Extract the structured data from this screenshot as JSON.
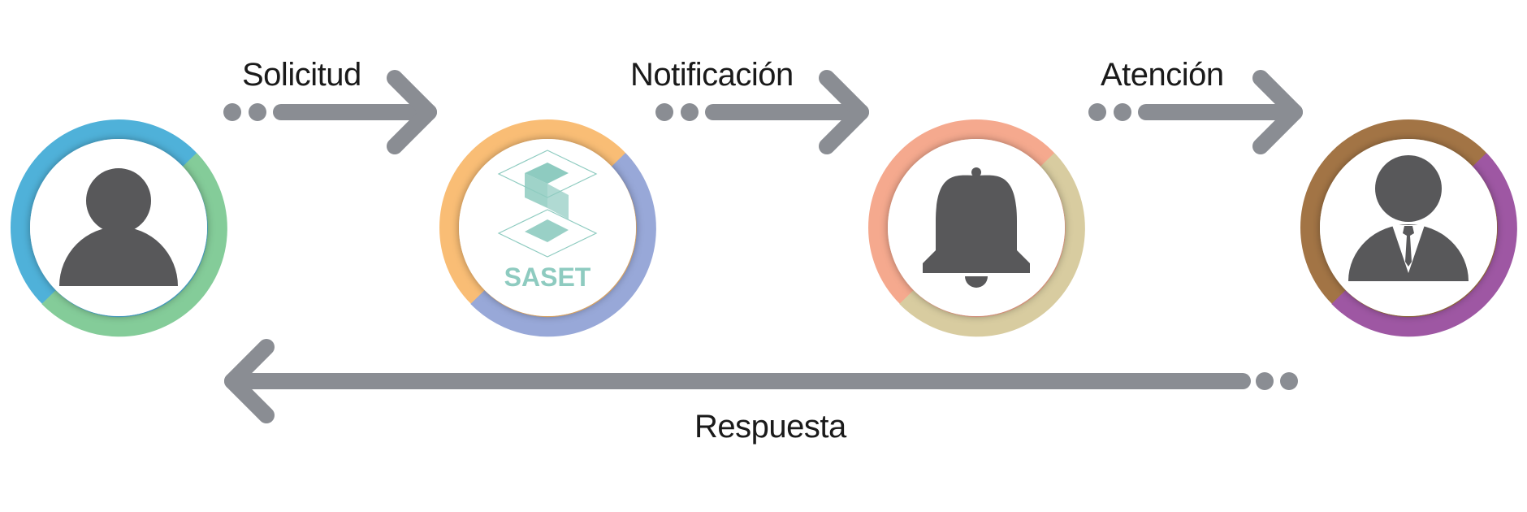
{
  "steps": [
    {
      "id": "usuario",
      "icon": "user-icon",
      "ring": [
        "#4fb1d9",
        "#84cc99"
      ]
    },
    {
      "id": "saset",
      "icon": "saset-logo-icon",
      "logo_text": "SASET",
      "ring": [
        "#f9bd75",
        "#98a8d8"
      ]
    },
    {
      "id": "notificacion",
      "icon": "bell-icon",
      "ring": [
        "#f5a98e",
        "#d8cca0"
      ]
    },
    {
      "id": "agente",
      "icon": "businessman-icon",
      "ring": [
        "#a27445",
        "#9e57a3"
      ]
    }
  ],
  "arrows": [
    {
      "label": "Solicitud"
    },
    {
      "label": "Notificación"
    },
    {
      "label": "Atención"
    }
  ],
  "return_arrow": {
    "label": "Respuesta"
  },
  "colors": {
    "arrow": "#8a8d93",
    "icon": "#58585a",
    "logo": "#8ecbc0",
    "text": "#1a1a1a"
  }
}
